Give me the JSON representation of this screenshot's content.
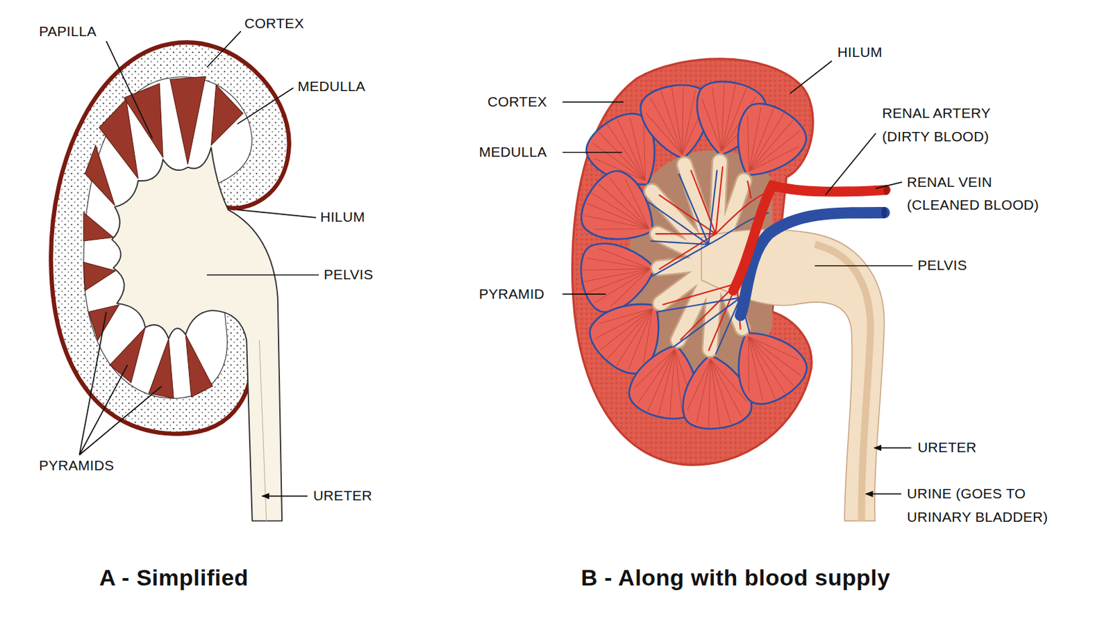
{
  "diagram": {
    "labels": [
      "PAPILLA",
      "CORTEX",
      "MEDULLA",
      "HILUM",
      "PELVIS",
      "PYRAMIDS",
      "URETER",
      "A - Simplified",
      "CORTEX",
      "HILUM",
      "MEDULLA",
      "RENAL ARTERY (DIRTY BLOOD)",
      "RENAL VEIN (CLEANED BLOOD)",
      "PELVIS",
      "PYRAMID",
      "URETER",
      "URINE (GOES TO URINARY BLADDER)",
      "B - Along with blood supply"
    ]
  }
}
